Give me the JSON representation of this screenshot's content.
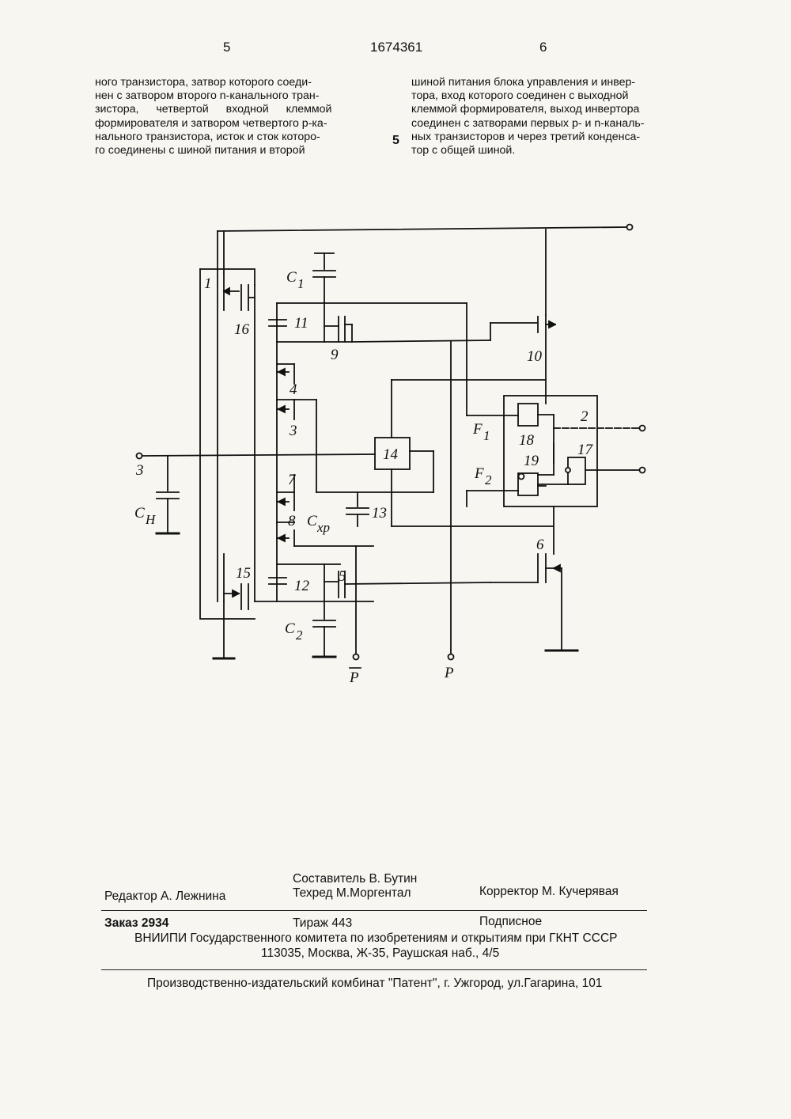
{
  "header": {
    "page_left": "5",
    "patent_number": "1674361",
    "page_right": "6"
  },
  "text": {
    "left_column": [
      "ного транзистора, затвор которого соеди-",
      "нен с затвором второго n-канального тран-",
      "зистора, четвертой входной клеммой",
      "формирователя и затвором четвертого p-ка-",
      "нального транзистора, исток и сток которо-",
      "го соединены с шиной питания и второй"
    ],
    "right_column": [
      "шиной питания блока управления и инвер-",
      "тора, вход которого соединен с выходной",
      "клеммой формирователя, выход инвертора",
      "соединен с затворами первых p- и n-каналь-",
      "ных транзисторов и через третий конденса-",
      "тор с общей шиной."
    ],
    "line_number": "5"
  },
  "diagram": {
    "labels": {
      "block1": "1",
      "t16": "16",
      "c1": "C",
      "c1_sub": "1",
      "c11": "11",
      "t9": "9",
      "t10": "10",
      "t4": "4",
      "t3": "3",
      "input": "3",
      "ch": "C",
      "ch_sub": "H",
      "b14": "14",
      "t7": "7",
      "t8": "8",
      "cxp": "C",
      "cxp_sub": "xp",
      "c13": "13",
      "f1": "F",
      "f1_sub": "1",
      "f2": "F",
      "f2_sub": "2",
      "b2": "2",
      "b18": "18",
      "b19": "19",
      "b17": "17",
      "t6": "6",
      "t15": "15",
      "t5": "5",
      "c12": "12",
      "c2": "C",
      "c2_sub": "2",
      "pbar": "P",
      "p": "P"
    }
  },
  "footer": {
    "composer": "Составитель В. Бутин",
    "editor": "Редактор А. Лежнина",
    "techred": "Техред М.Моргентал",
    "corrector": "Корректор М. Кучерявая",
    "order": "Заказ 2934",
    "circulation": "Тираж 443",
    "subscription": "Подписное",
    "org": "ВНИИПИ Государственного комитета по изобретениям и открытиям при ГКНТ СССР",
    "address": "113035, Москва, Ж-35, Раушская наб., 4/5",
    "publisher": "Производственно-издательский комбинат \"Патент\", г. Ужгород, ул.Гагарина, 101"
  }
}
